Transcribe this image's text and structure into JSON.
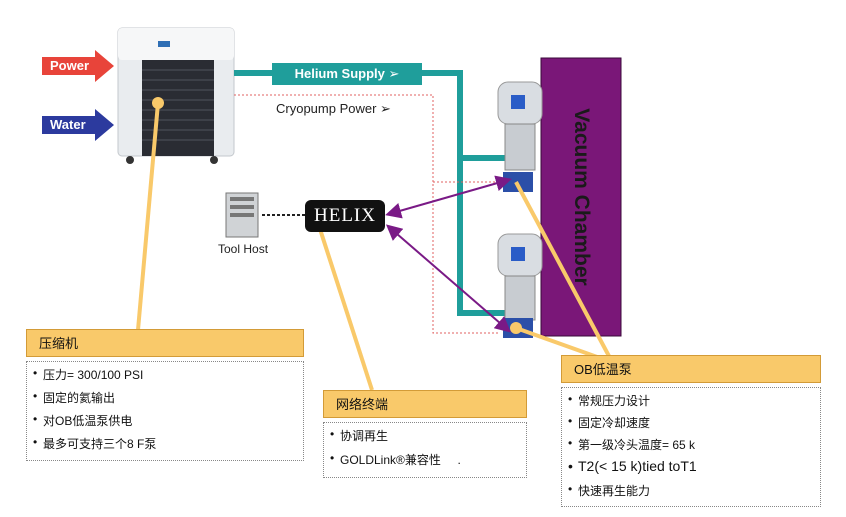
{
  "inputs": {
    "power": "Power",
    "water": "Water"
  },
  "lines": {
    "helium_supply": "Helium Supply ➢",
    "cryopump_power": "Cryopump Power ➢"
  },
  "helix": "HELIX",
  "tool_host": "Tool Host",
  "chamber": "Vacuum Chamber",
  "compressor": {
    "title": "压缩机",
    "items": [
      "压力= 300/100 PSI",
      "固定的氦输出",
      "对OB低温泵供电",
      "最多可支持三个8 F泵"
    ]
  },
  "network": {
    "title": "网络终端",
    "items": [
      "协调再生",
      "GOLDLink®兼容性     ."
    ]
  },
  "cryopump": {
    "title": "OB低温泵",
    "items": [
      "常规压力设计",
      "固定冷却速度",
      "第一级冷头温度= 65 k",
      "T2(< 15 k)tied toT1",
      "快速再生能力"
    ]
  },
  "colors": {
    "helium_line": "#1f9e9b",
    "power_arrow": "#e8443a",
    "water_arrow": "#2c3a9e",
    "chamber": "#7a1778",
    "callout": "#f9c96a",
    "link": "#7a1a86"
  }
}
